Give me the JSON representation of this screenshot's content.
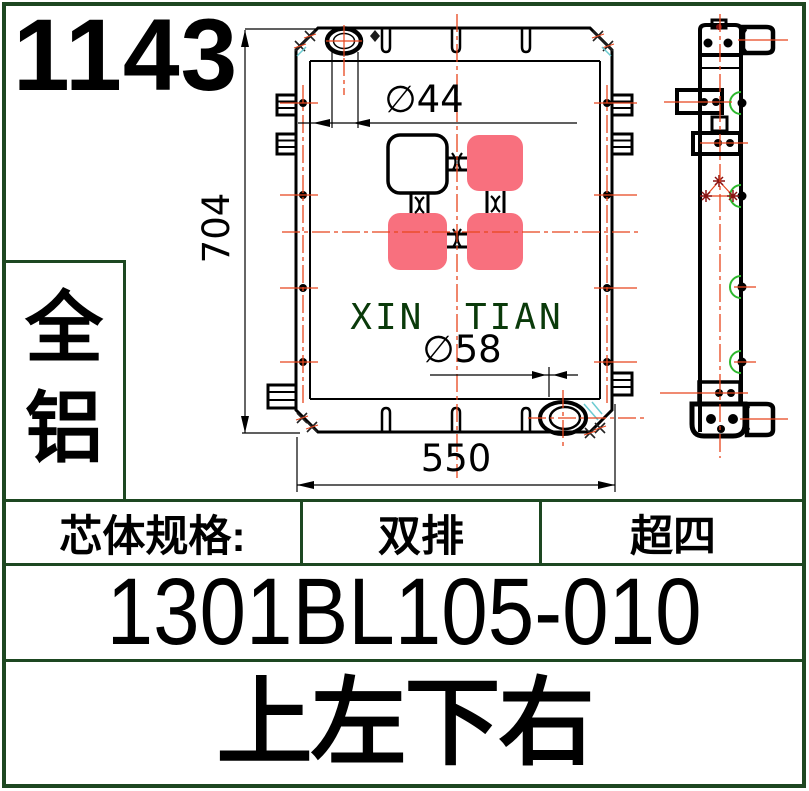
{
  "colors": {
    "frame_green": "#1d4721",
    "centerline_red": "#e8451c",
    "logo_pink": "#f8707e",
    "brand_green": "#0a3a0a",
    "arc_green": "#2cb72c",
    "cyan_mark": "#6ccbd1"
  },
  "header": {
    "drawing_number": "1143",
    "material_chars": [
      "全",
      "铝"
    ]
  },
  "drawing": {
    "brand_text": "XIN TIAN",
    "dimensions": {
      "inlet_diameter": "∅44",
      "height": "704",
      "outlet_diameter": "∅58",
      "width": "550"
    }
  },
  "table": {
    "core_spec_label": "芯体规格:",
    "row_type": "双排",
    "fin_type": "超四",
    "part_number": "1301BL105-010",
    "orientation": "上左下右"
  }
}
